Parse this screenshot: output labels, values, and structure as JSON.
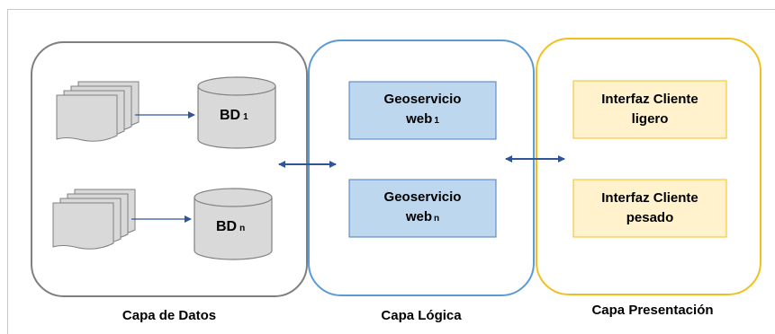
{
  "layers": {
    "datos": {
      "label": "Capa de Datos",
      "border_color": "#7f7f7f",
      "databases": [
        {
          "label": "BD",
          "subscript": "1"
        },
        {
          "label": "BD",
          "subscript": "n"
        }
      ]
    },
    "logica": {
      "label": "Capa Lógica",
      "border_color": "#5b9bd5",
      "services": [
        {
          "line1": "Geoservicio",
          "line2": "web",
          "subscript": "1"
        },
        {
          "line1": "Geoservicio",
          "line2": "web",
          "subscript": "n"
        }
      ]
    },
    "presentacion": {
      "label": "Capa Presentación",
      "border_color": "#f2c01e",
      "clients": [
        {
          "line1": "Interfaz Cliente",
          "line2": "ligero"
        },
        {
          "line1": "Interfaz Cliente",
          "line2": "pesado"
        }
      ]
    }
  },
  "colors": {
    "service_fill": "#bdd7ee",
    "client_fill": "#fff2cc",
    "db_fill": "#d9d9d9",
    "document_fill": "#d9d9d9",
    "arrow": "#2f5597"
  }
}
